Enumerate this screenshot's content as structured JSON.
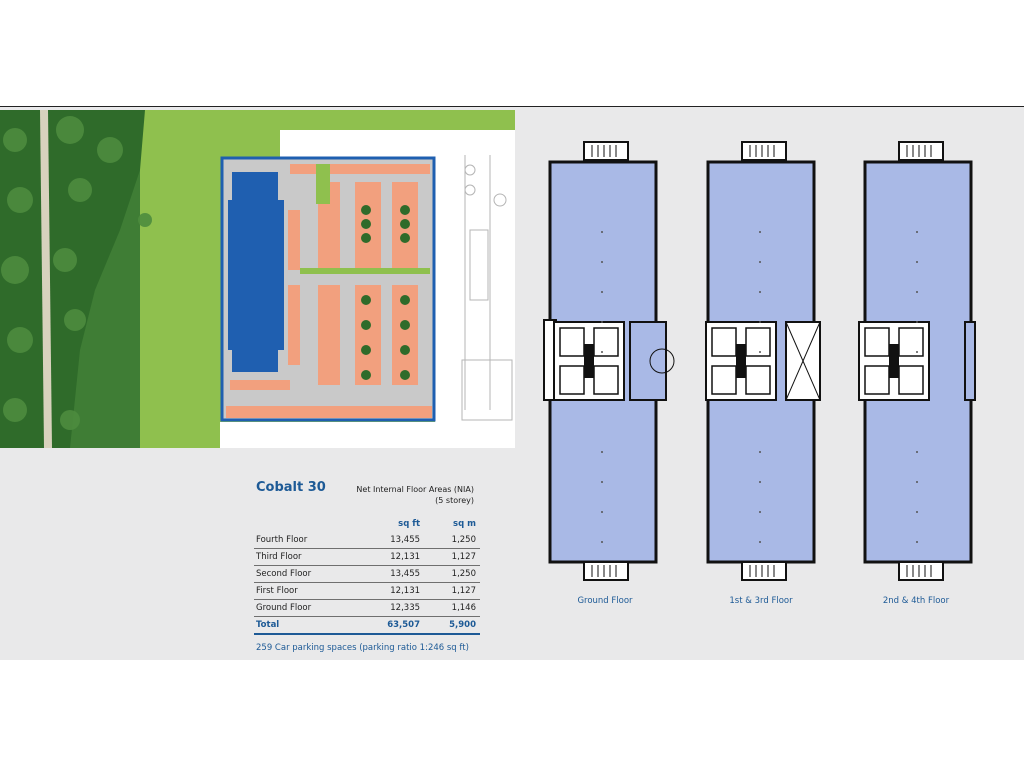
{
  "building_name": "Cobalt 30",
  "nia": {
    "line1": "Net Internal Floor Areas (NIA)",
    "line2": "(5 storey)"
  },
  "table": {
    "col_sqft": "sq ft",
    "col_sqm": "sq m",
    "rows": [
      {
        "floor": "Fourth Floor",
        "sqft": "13,455",
        "sqm": "1,250"
      },
      {
        "floor": "Third Floor",
        "sqft": "12,131",
        "sqm": "1,127"
      },
      {
        "floor": "Second Floor",
        "sqft": "13,455",
        "sqm": "1,250"
      },
      {
        "floor": "First Floor",
        "sqft": "12,131",
        "sqm": "1,127"
      },
      {
        "floor": "Ground Floor",
        "sqft": "12,335",
        "sqm": "1,146"
      }
    ],
    "total": {
      "floor": "Total",
      "sqft": "63,507",
      "sqm": "5,900"
    }
  },
  "parking_note": "259 Car parking spaces (parking ratio 1:246 sq ft)",
  "floor_plan_labels": [
    "Ground Floor",
    "1st & 3rd Floor",
    "2nd & 4th Floor"
  ],
  "colors": {
    "accent_blue": "#1d5a96",
    "building_blue": "#1f5fb0",
    "floor_fill": "#a9b9e6",
    "grass": "#8fc04e",
    "parking": "#f2a07e"
  }
}
